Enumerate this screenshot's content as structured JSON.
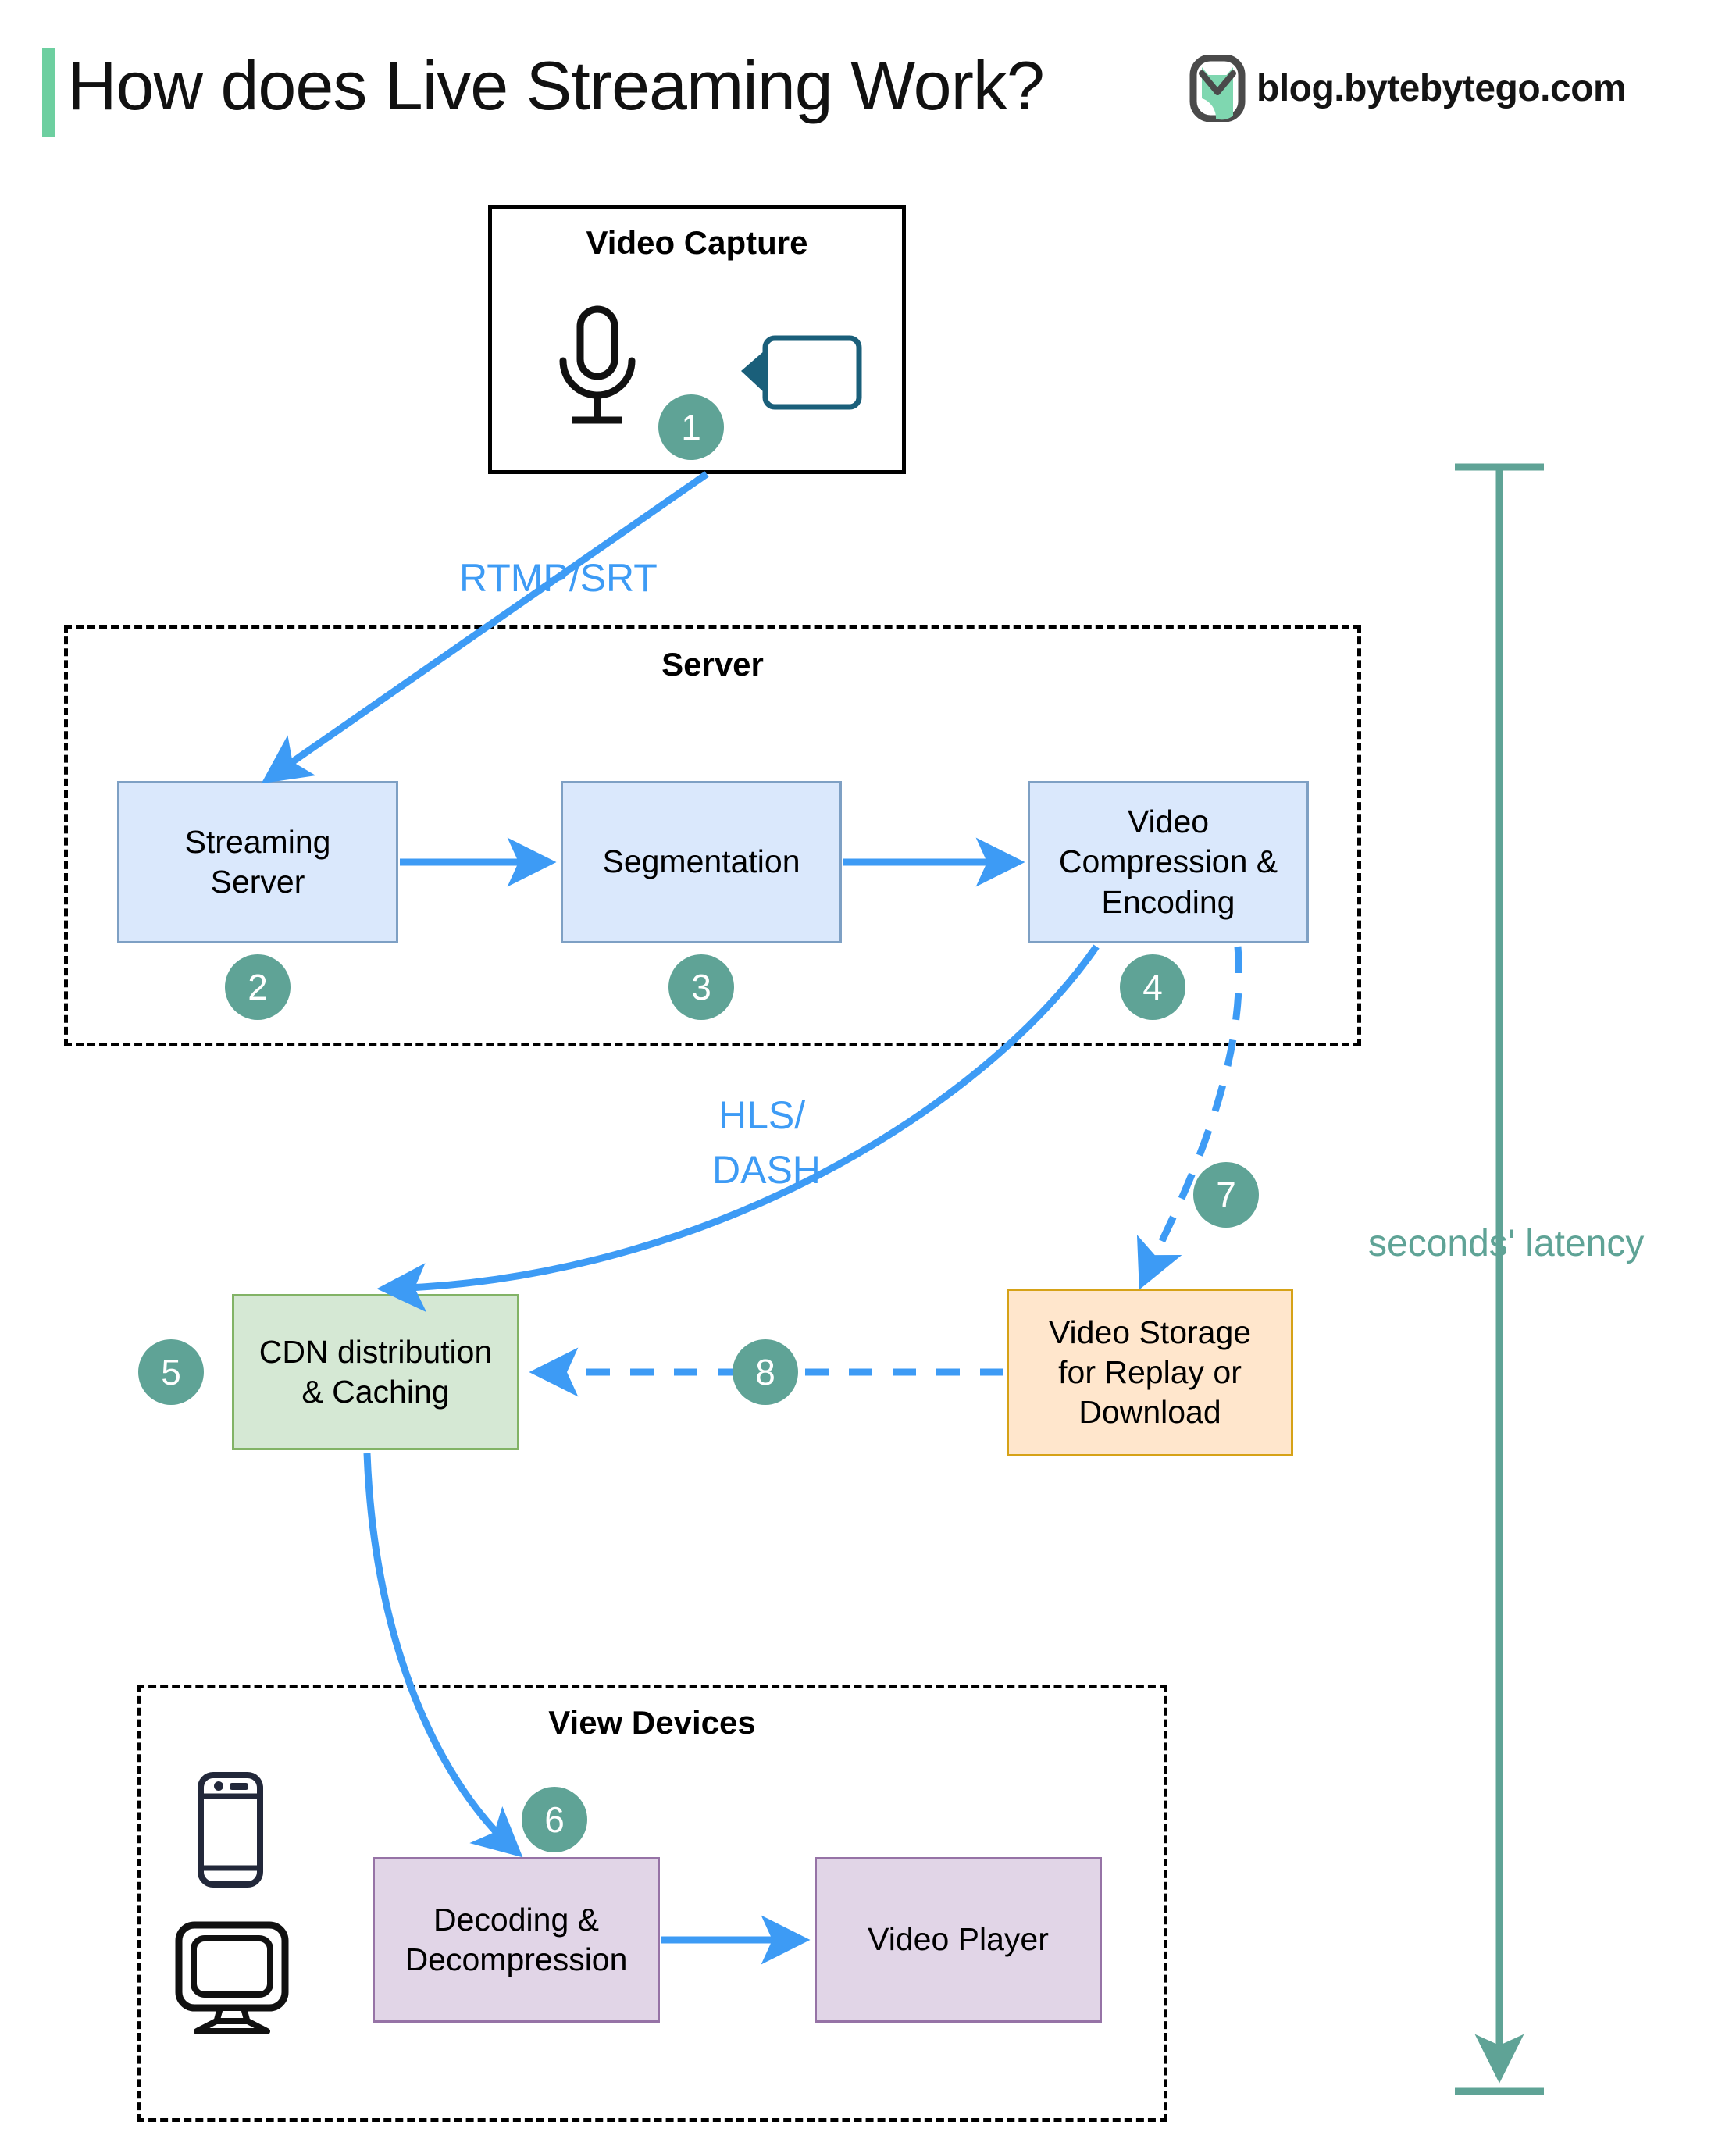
{
  "header": {
    "title": "How does Live Streaming Work?",
    "brand_text": "blog.bytebytego.com",
    "accent_color": "#6dcfa0"
  },
  "colors": {
    "blue_fill": "#dae8fc",
    "blue_stroke": "#7ea0c4",
    "green_fill": "#d5e8d4",
    "green_stroke": "#82b366",
    "orange_fill": "#ffe6cc",
    "orange_stroke": "#d6a217",
    "purple_fill": "#e1d5e7",
    "purple_stroke": "#9673a6",
    "arrow_blue": "#3d9bf5",
    "badge_teal": "#5fa396",
    "camera_icon": "#1a5f7a"
  },
  "groups": {
    "video_capture": {
      "title": "Video Capture"
    },
    "server": {
      "title": "Server"
    },
    "view_devices": {
      "title": "View Devices"
    }
  },
  "nodes": {
    "streaming_server": {
      "line1": "Streaming",
      "line2": "Server"
    },
    "segmentation": {
      "line1": "Segmentation"
    },
    "video_compression": {
      "line1": "Video",
      "line2": "Compression &",
      "line3": "Encoding"
    },
    "cdn": {
      "line1": "CDN distribution",
      "line2": "& Caching"
    },
    "video_storage": {
      "line1": "Video Storage",
      "line2": "for Replay or",
      "line3": "Download"
    },
    "decoding": {
      "line1": "Decoding &",
      "line2": "Decompression"
    },
    "video_player": {
      "line1": "Video Player"
    }
  },
  "badges": [
    {
      "id": "badge-1",
      "label": "1"
    },
    {
      "id": "badge-2",
      "label": "2"
    },
    {
      "id": "badge-3",
      "label": "3"
    },
    {
      "id": "badge-4",
      "label": "4"
    },
    {
      "id": "badge-5",
      "label": "5"
    },
    {
      "id": "badge-6",
      "label": "6"
    },
    {
      "id": "badge-7",
      "label": "7"
    },
    {
      "id": "badge-8",
      "label": "8"
    }
  ],
  "edge_labels": {
    "rtmp_srt": "RTMP/SRT",
    "hls_dash_line1": "HLS/",
    "hls_dash_line2": "DASH"
  },
  "latency": {
    "label": "seconds' latency"
  },
  "icons": {
    "microphone": "microphone-icon",
    "video_camera": "video-camera-icon",
    "smartphone": "smartphone-icon",
    "monitor": "monitor-icon",
    "brand_logo": "bytebytego-logo-icon"
  }
}
